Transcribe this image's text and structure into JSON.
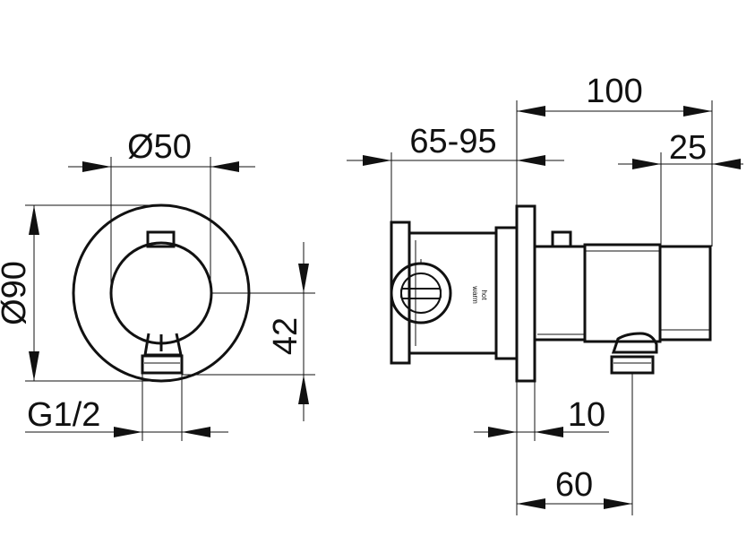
{
  "dimensions": {
    "d50": "Ø50",
    "d90": "Ø90",
    "h42": "42",
    "thread": "G1/2",
    "depth_range": "65-95",
    "overall": "100",
    "front": "25",
    "outlet": "10",
    "base": "60"
  },
  "knob_labels": {
    "warm": "warm",
    "hot": "hot"
  }
}
